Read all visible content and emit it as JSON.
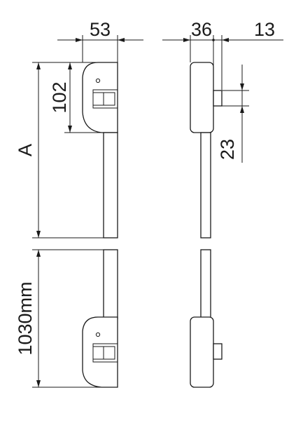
{
  "dimensions": {
    "width_front": "53",
    "depth_body": "36",
    "depth_button": "13",
    "height_housing": "102",
    "button_height": "23",
    "length_a": "A",
    "total_length": "1030mm"
  },
  "colors": {
    "line": "#1a1a1a",
    "background": "#ffffff"
  }
}
